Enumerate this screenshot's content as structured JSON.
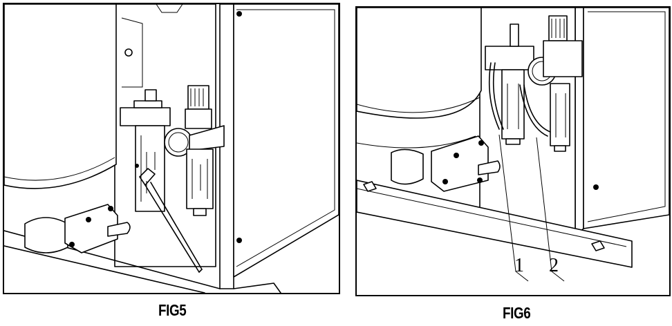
{
  "figures": [
    {
      "id": "fig5",
      "caption": "FIG5"
    },
    {
      "id": "fig6",
      "caption": "FIG6",
      "callouts": [
        "1",
        "2"
      ]
    }
  ]
}
